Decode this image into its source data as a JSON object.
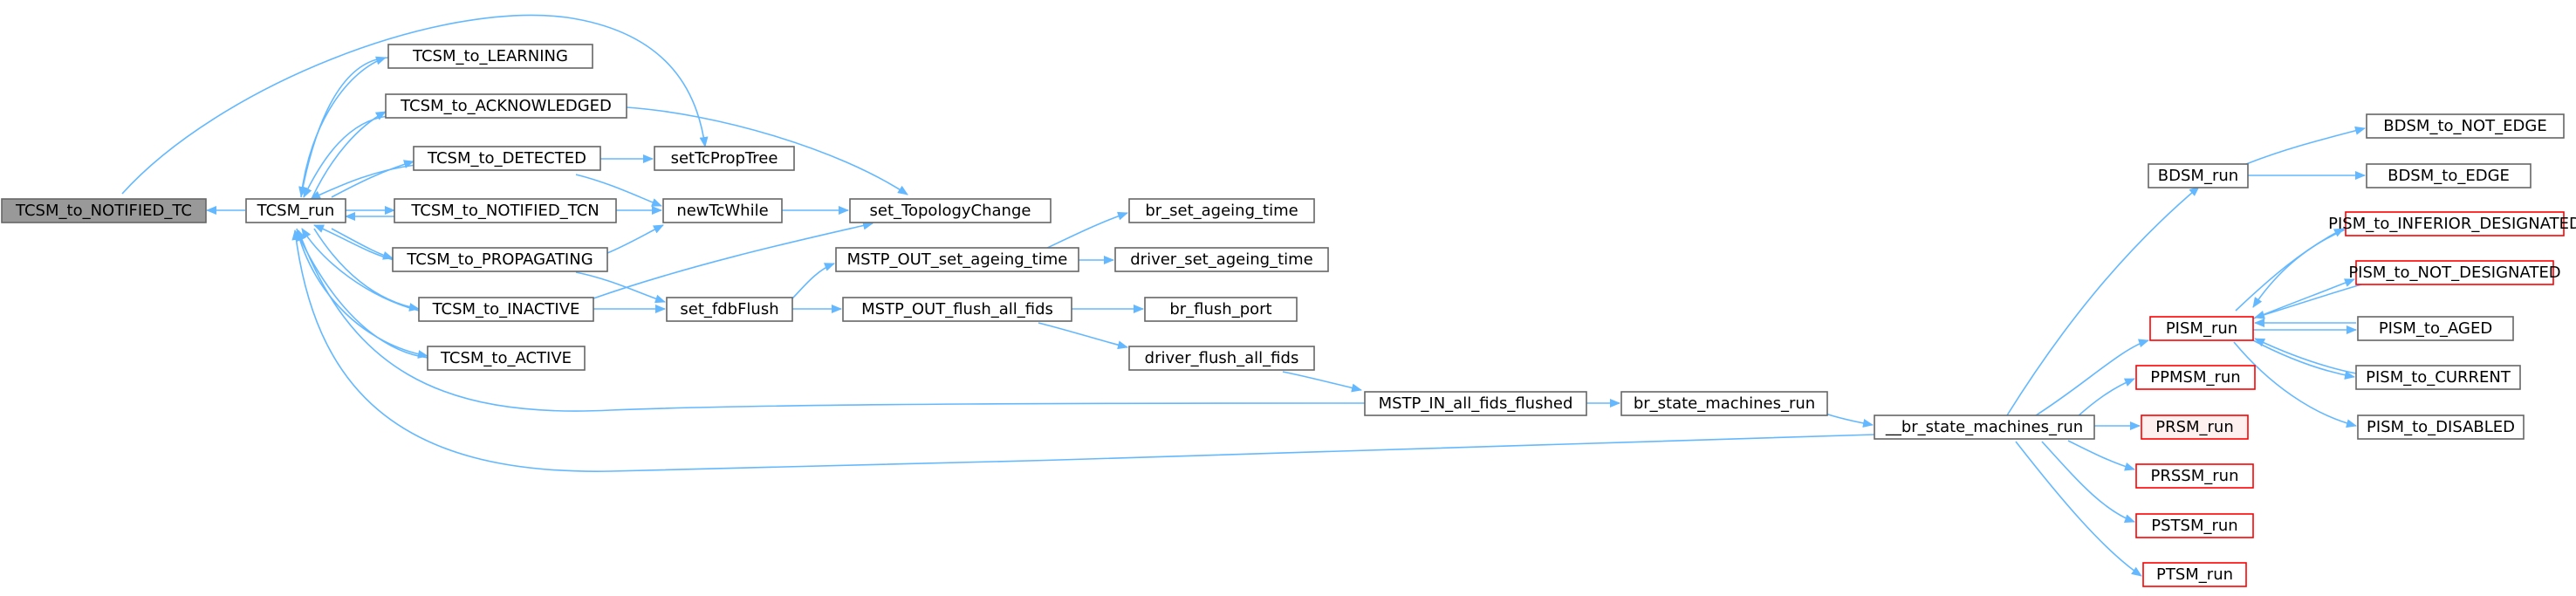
{
  "diagram": {
    "title": "",
    "nodes": {
      "TCSM_to_NOTIFIED_TC": "TCSM_to_NOTIFIED_TC",
      "TCSM_run": "TCSM_run",
      "TCSM_to_LEARNING": "TCSM_to_LEARNING",
      "TCSM_to_ACKNOWLEDGED": "TCSM_to_ACKNOWLEDGED",
      "TCSM_to_DETECTED": "TCSM_to_DETECTED",
      "TCSM_to_NOTIFIED_TCN": "TCSM_to_NOTIFIED_TCN",
      "TCSM_to_PROPAGATING": "TCSM_to_PROPAGATING",
      "TCSM_to_INACTIVE": "TCSM_to_INACTIVE",
      "TCSM_to_ACTIVE": "TCSM_to_ACTIVE",
      "setTcPropTree": "setTcPropTree",
      "newTcWhile": "newTcWhile",
      "set_fdbFlush": "set_fdbFlush",
      "set_TopologyChange": "set_TopologyChange",
      "MSTP_OUT_set_ageing_time": "MSTP_OUT_set_ageing_time",
      "MSTP_OUT_flush_all_fids": "MSTP_OUT_flush_all_fids",
      "br_set_ageing_time": "br_set_ageing_time",
      "driver_set_ageing_time": "driver_set_ageing_time",
      "br_flush_port": "br_flush_port",
      "driver_flush_all_fids": "driver_flush_all_fids",
      "MSTP_IN_all_fids_flushed": "MSTP_IN_all_fids_flushed",
      "br_state_machines_run": "br_state_machines_run",
      "__br_state_machines_run": "__br_state_machines_run",
      "BDSM_run": "BDSM_run",
      "BDSM_to_NOT_EDGE": "BDSM_to_NOT_EDGE",
      "BDSM_to_EDGE": "BDSM_to_EDGE",
      "PISM_run": "PISM_run",
      "PISM_to_INFERIOR_DESIGNATED": "PISM_to_INFERIOR_DESIGNATED",
      "PISM_to_NOT_DESIGNATED": "PISM_to_NOT_DESIGNATED",
      "PISM_to_AGED": "PISM_to_AGED",
      "PISM_to_CURRENT": "PISM_to_CURRENT",
      "PISM_to_DISABLED": "PISM_to_DISABLED",
      "PPMSM_run": "PPMSM_run",
      "PRSM_run": "PRSM_run",
      "PRSSM_run": "PRSSM_run",
      "PSTSM_run": "PSTSM_run",
      "PTSM_run": "PTSM_run"
    },
    "edges": [
      [
        "TCSM_run",
        "TCSM_to_NOTIFIED_TC"
      ],
      [
        "TCSM_to_NOTIFIED_TC",
        "setTcPropTree"
      ],
      [
        "TCSM_to_LEARNING",
        "TCSM_run"
      ],
      [
        "TCSM_to_ACKNOWLEDGED",
        "TCSM_run"
      ],
      [
        "TCSM_to_DETECTED",
        "TCSM_run"
      ],
      [
        "TCSM_to_NOTIFIED_TCN",
        "TCSM_run"
      ],
      [
        "TCSM_to_PROPAGATING",
        "TCSM_run"
      ],
      [
        "TCSM_to_INACTIVE",
        "TCSM_run"
      ],
      [
        "TCSM_to_ACTIVE",
        "TCSM_run"
      ],
      [
        "TCSM_run",
        "TCSM_to_LEARNING"
      ],
      [
        "TCSM_run",
        "TCSM_to_ACKNOWLEDGED"
      ],
      [
        "TCSM_run",
        "TCSM_to_DETECTED"
      ],
      [
        "TCSM_run",
        "TCSM_to_NOTIFIED_TCN"
      ],
      [
        "TCSM_run",
        "TCSM_to_PROPAGATING"
      ],
      [
        "TCSM_run",
        "TCSM_to_INACTIVE"
      ],
      [
        "TCSM_run",
        "TCSM_to_ACTIVE"
      ],
      [
        "TCSM_to_ACKNOWLEDGED",
        "set_TopologyChange"
      ],
      [
        "TCSM_to_DETECTED",
        "setTcPropTree"
      ],
      [
        "TCSM_to_DETECTED",
        "newTcWhile"
      ],
      [
        "TCSM_to_NOTIFIED_TCN",
        "newTcWhile"
      ],
      [
        "TCSM_to_PROPAGATING",
        "newTcWhile"
      ],
      [
        "TCSM_to_PROPAGATING",
        "set_fdbFlush"
      ],
      [
        "TCSM_to_INACTIVE",
        "set_TopologyChange"
      ],
      [
        "TCSM_to_INACTIVE",
        "set_fdbFlush"
      ],
      [
        "newTcWhile",
        "set_TopologyChange"
      ],
      [
        "set_fdbFlush",
        "MSTP_OUT_set_ageing_time"
      ],
      [
        "set_fdbFlush",
        "MSTP_OUT_flush_all_fids"
      ],
      [
        "MSTP_OUT_set_ageing_time",
        "br_set_ageing_time"
      ],
      [
        "MSTP_OUT_set_ageing_time",
        "driver_set_ageing_time"
      ],
      [
        "MSTP_OUT_flush_all_fids",
        "br_flush_port"
      ],
      [
        "MSTP_OUT_flush_all_fids",
        "driver_flush_all_fids"
      ],
      [
        "driver_flush_all_fids",
        "MSTP_IN_all_fids_flushed"
      ],
      [
        "MSTP_IN_all_fids_flushed",
        "TCSM_run"
      ],
      [
        "MSTP_IN_all_fids_flushed",
        "br_state_machines_run"
      ],
      [
        "br_state_machines_run",
        "__br_state_machines_run"
      ],
      [
        "__br_state_machines_run",
        "TCSM_run"
      ],
      [
        "__br_state_machines_run",
        "BDSM_run"
      ],
      [
        "__br_state_machines_run",
        "PISM_run"
      ],
      [
        "__br_state_machines_run",
        "PPMSM_run"
      ],
      [
        "__br_state_machines_run",
        "PRSM_run"
      ],
      [
        "__br_state_machines_run",
        "PRSSM_run"
      ],
      [
        "__br_state_machines_run",
        "PSTSM_run"
      ],
      [
        "__br_state_machines_run",
        "PTSM_run"
      ],
      [
        "BDSM_run",
        "BDSM_to_NOT_EDGE"
      ],
      [
        "BDSM_run",
        "BDSM_to_EDGE"
      ],
      [
        "PISM_run",
        "PISM_to_INFERIOR_DESIGNATED"
      ],
      [
        "PISM_run",
        "PISM_to_NOT_DESIGNATED"
      ],
      [
        "PISM_run",
        "PISM_to_AGED"
      ],
      [
        "PISM_run",
        "PISM_to_CURRENT"
      ],
      [
        "PISM_run",
        "PISM_to_DISABLED"
      ],
      [
        "PISM_to_INFERIOR_DESIGNATED",
        "PISM_run"
      ],
      [
        "PISM_to_NOT_DESIGNATED",
        "PISM_run"
      ],
      [
        "PISM_to_AGED",
        "PISM_run"
      ],
      [
        "PISM_to_CURRENT",
        "PISM_run"
      ]
    ]
  }
}
